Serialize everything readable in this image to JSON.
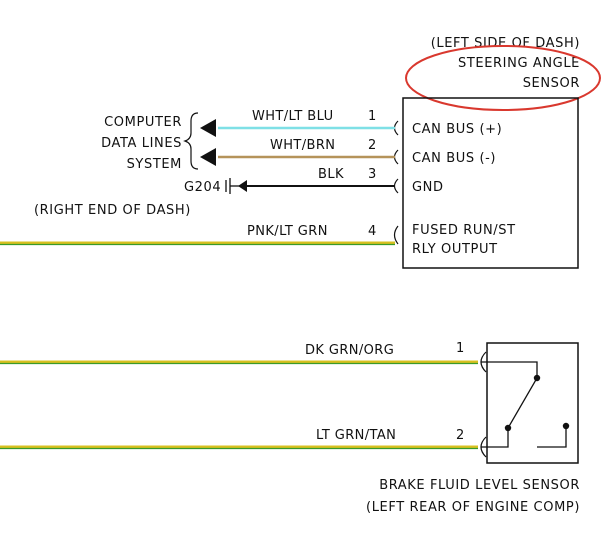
{
  "steering_sensor": {
    "location": "(LEFT SIDE OF DASH)",
    "name_line1": "STEERING ANGLE",
    "name_line2": "SENSOR",
    "pins": [
      {
        "number": "1",
        "wire": "WHT/LT BLU",
        "function": "CAN BUS (+)"
      },
      {
        "number": "2",
        "wire": "WHT/BRN",
        "function": "CAN BUS (-)"
      },
      {
        "number": "3",
        "wire": "BLK",
        "function": "GND"
      },
      {
        "number": "4",
        "wire": "PNK/LT GRN",
        "function_line1": "FUSED RUN/ST",
        "function_line2": "RLY OUTPUT"
      }
    ]
  },
  "computer": {
    "line1": "COMPUTER",
    "line2": "DATA LINES",
    "line3": "SYSTEM"
  },
  "ground": {
    "id": "G204",
    "location": "(RIGHT END OF DASH)"
  },
  "brake_sensor": {
    "name": "BRAKE FLUID LEVEL SENSOR",
    "location": "(LEFT REAR OF ENGINE COMP)",
    "pins": [
      {
        "number": "1",
        "wire": "DK GRN/ORG"
      },
      {
        "number": "2",
        "wire": "LT GRN/TAN"
      }
    ]
  },
  "colors": {
    "wht_lt_blu": "#7fe0e6",
    "wht_brn": "#b5935a",
    "blk": "#111111",
    "green": "#3a9a2a",
    "yellow": "#d8c020",
    "highlight": "#d9382e"
  }
}
